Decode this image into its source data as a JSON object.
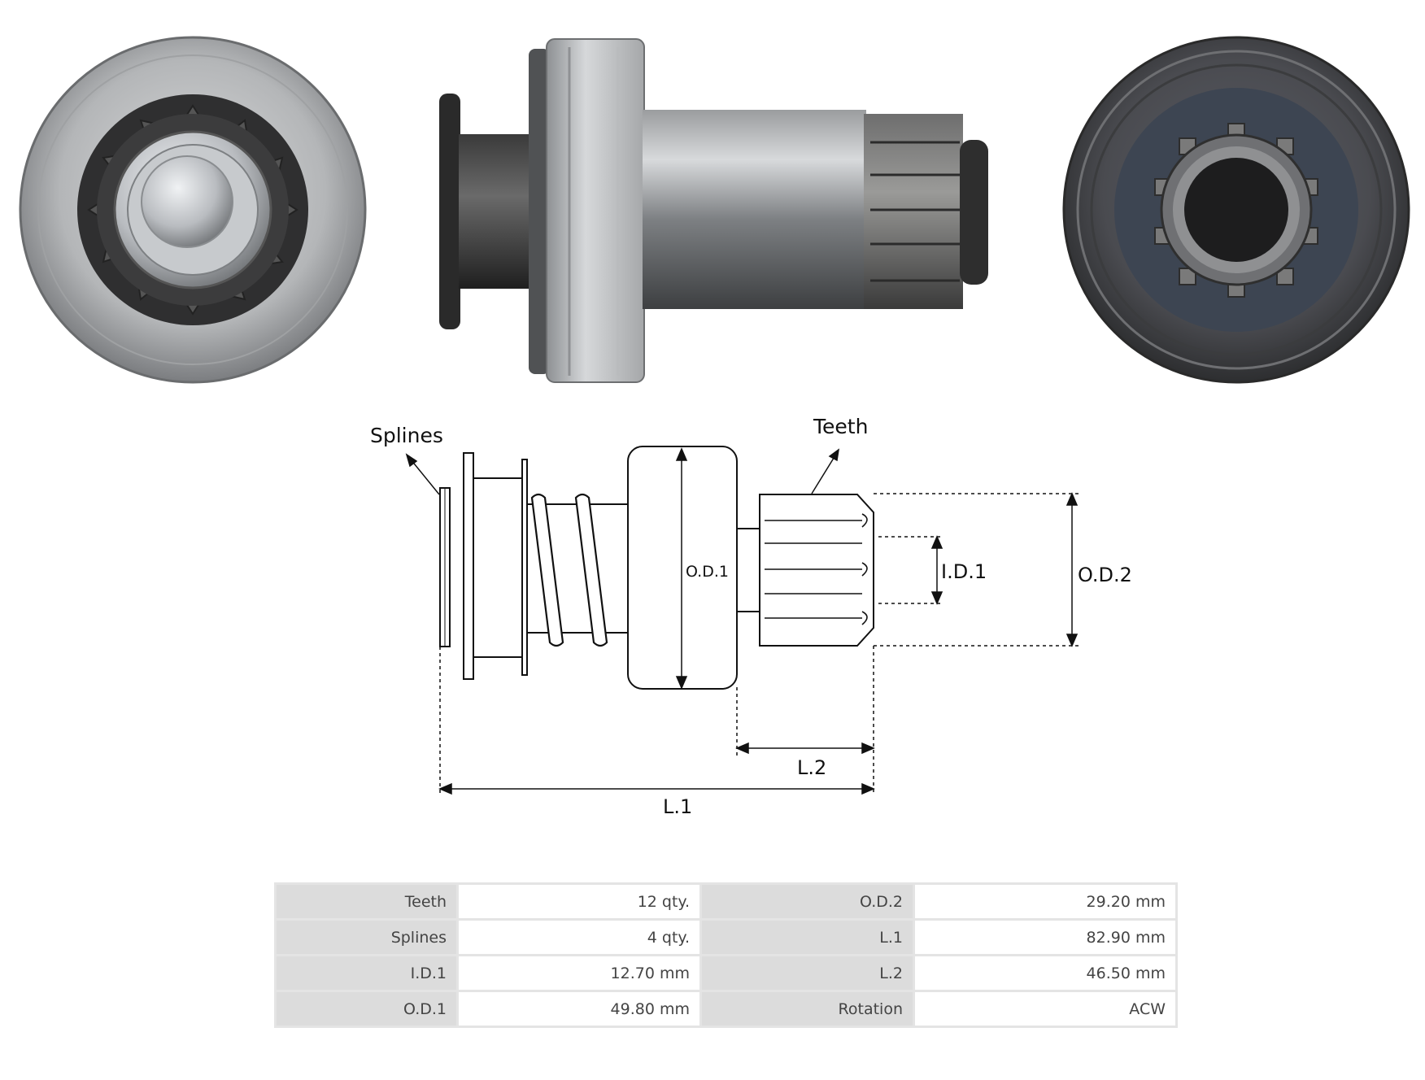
{
  "diagram": {
    "splines_label": "Splines",
    "teeth_label": "Teeth",
    "od1_label": "O.D.1",
    "od2_label": "O.D.2",
    "id1_label": "I.D.1",
    "l1_label": "L.1",
    "l2_label": "L.2"
  },
  "specs": {
    "rows": [
      {
        "k1": "Teeth",
        "v1": "12 qty.",
        "k2": "O.D.2",
        "v2": "29.20 mm"
      },
      {
        "k1": "Splines",
        "v1": "4 qty.",
        "k2": "L.1",
        "v2": "82.90 mm"
      },
      {
        "k1": "I.D.1",
        "v1": "12.70 mm",
        "k2": "L.2",
        "v2": "46.50 mm"
      },
      {
        "k1": "O.D.1",
        "v1": "49.80 mm",
        "k2": "Rotation",
        "v2": "ACW"
      }
    ]
  }
}
